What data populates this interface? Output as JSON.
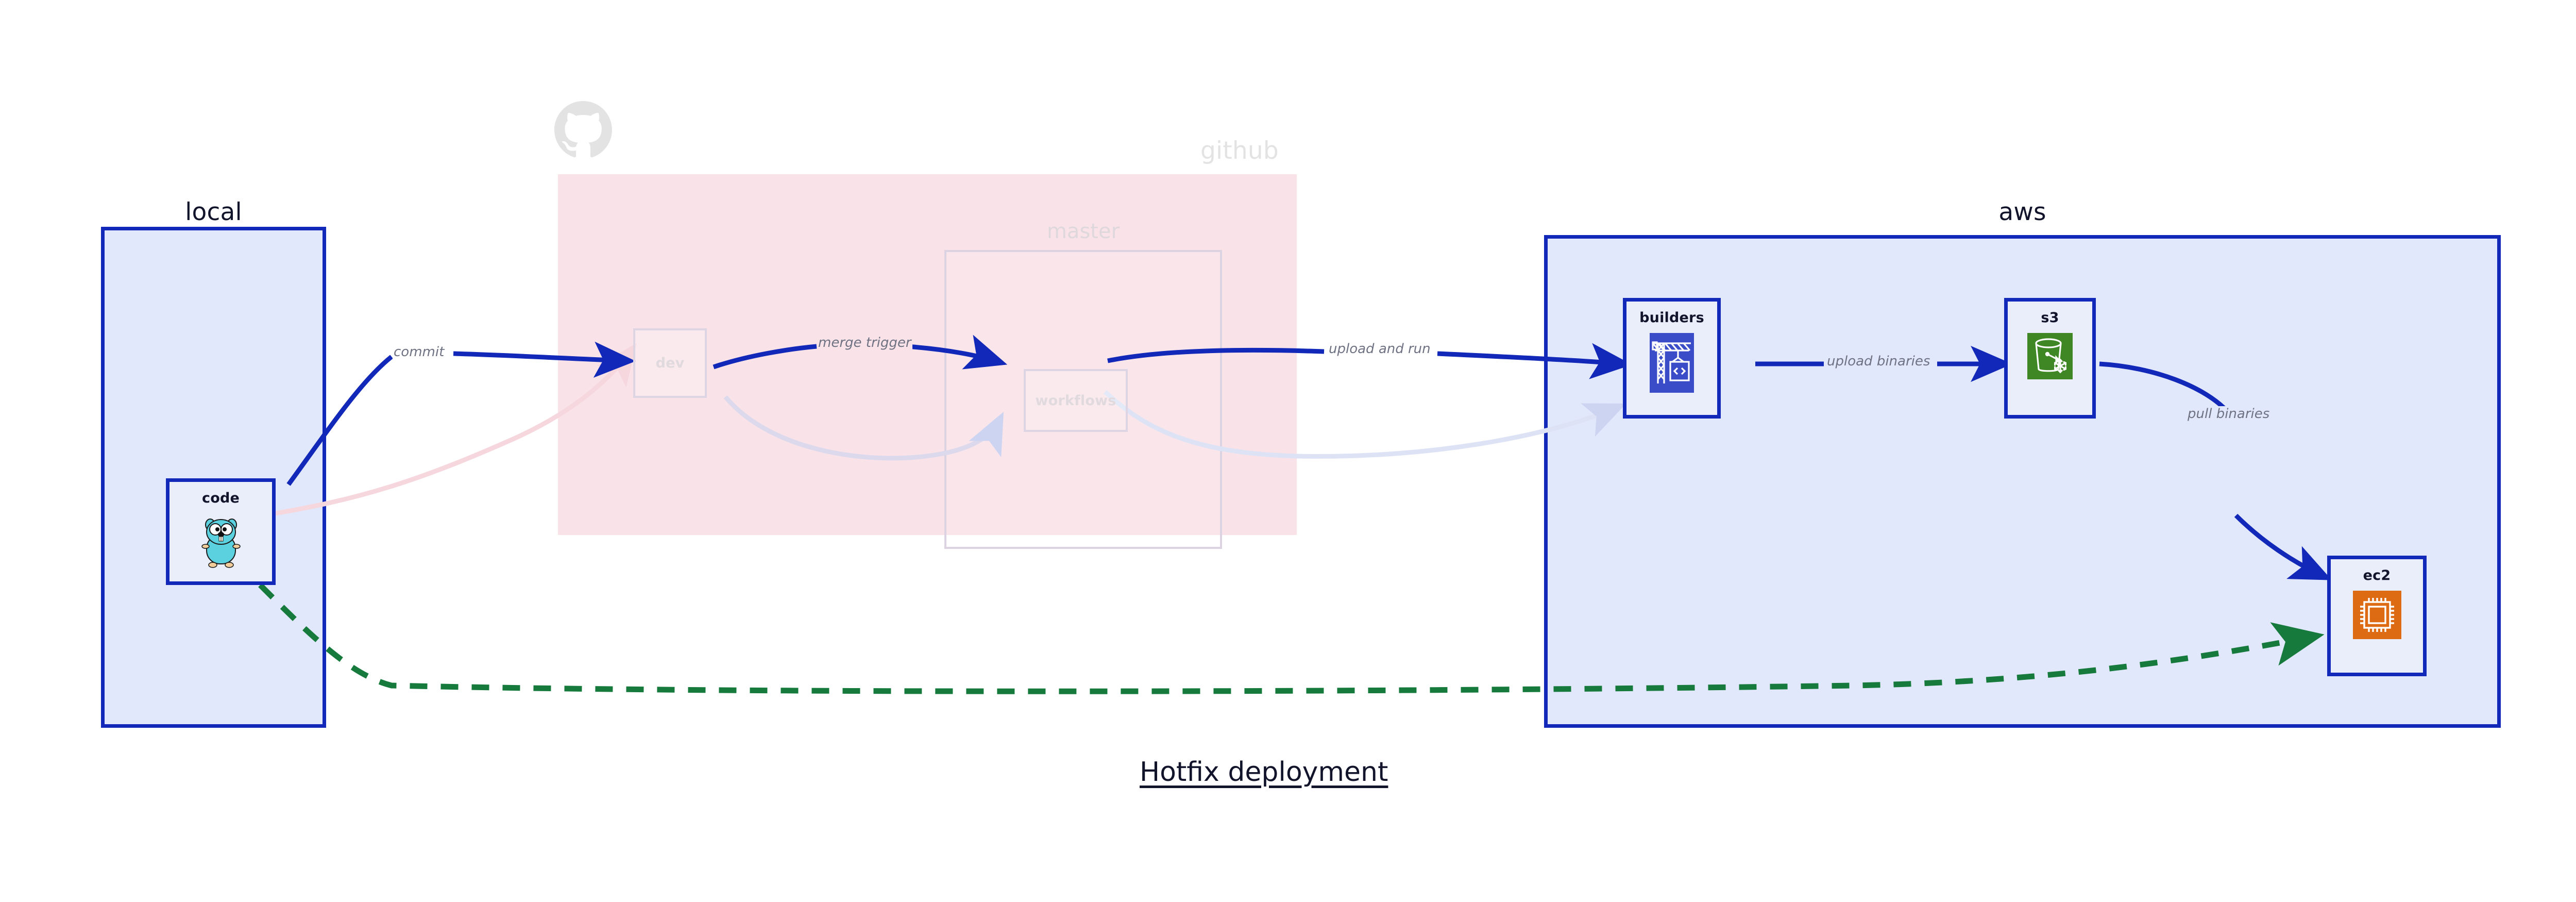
{
  "diagram": {
    "title": "Hotfix deployment",
    "background": "#ffffff"
  },
  "colors": {
    "cluster_border": "#1128b8",
    "cluster_fill": "#e2e8fb",
    "github_fill": "#f9e3e8",
    "node_fill": "#eaeefb",
    "edge_active": "#1128b8",
    "edge_dashed": "#167a3c",
    "edge_label": "#6e7282",
    "faded_text": "#e0dade",
    "builders_icon_bg": "#3b4cc8",
    "s3_icon_bg": "#3f8624",
    "ec2_icon_bg": "#dd6b13",
    "gopher_body": "#5bd0de"
  },
  "clusters": [
    {
      "id": "local",
      "label": "local",
      "faded": false
    },
    {
      "id": "github",
      "label": "github",
      "faded": true
    },
    {
      "id": "aws",
      "label": "aws",
      "faded": false
    }
  ],
  "subclusters": [
    {
      "id": "master",
      "label": "master",
      "parent": "github"
    }
  ],
  "nodes": [
    {
      "id": "code",
      "label": "code",
      "icon": "go-gopher-icon",
      "cluster": "local",
      "faded": false
    },
    {
      "id": "dev",
      "label": "dev",
      "icon": "none",
      "cluster": "github",
      "faded": true
    },
    {
      "id": "workflows",
      "label": "workflows",
      "icon": "none",
      "cluster": "master",
      "faded": true
    },
    {
      "id": "builders",
      "label": "builders",
      "icon": "aws-codebuild-icon",
      "cluster": "aws",
      "faded": false
    },
    {
      "id": "s3",
      "label": "s3",
      "icon": "aws-s3-glacier-icon",
      "cluster": "aws",
      "faded": false
    },
    {
      "id": "ec2",
      "label": "ec2",
      "icon": "aws-ec2-chip-icon",
      "cluster": "aws",
      "faded": false
    }
  ],
  "edges": [
    {
      "from": "code",
      "to": "dev",
      "label": "commit",
      "style": "solid",
      "state": "active"
    },
    {
      "from": "dev",
      "to": "workflows",
      "label": "merge trigger",
      "style": "solid",
      "state": "active"
    },
    {
      "from": "workflows",
      "to": "builders",
      "label": "upload and run",
      "style": "solid",
      "state": "active"
    },
    {
      "from": "builders",
      "to": "s3",
      "label": "upload binaries",
      "style": "solid",
      "state": "active"
    },
    {
      "from": "s3",
      "to": "ec2",
      "label": "pull binaries",
      "style": "solid",
      "state": "active"
    },
    {
      "from": "code",
      "to": "ec2",
      "label": "",
      "style": "dashed",
      "state": "active"
    },
    {
      "from": "code",
      "to": "dev",
      "label": "",
      "style": "solid",
      "state": "faded-pink"
    },
    {
      "from": "dev",
      "to": "workflows",
      "label": "",
      "style": "solid",
      "state": "faded"
    },
    {
      "from": "workflows",
      "to": "builders",
      "label": "",
      "style": "solid",
      "state": "faded"
    }
  ],
  "github_logo": "github-octocat-icon"
}
